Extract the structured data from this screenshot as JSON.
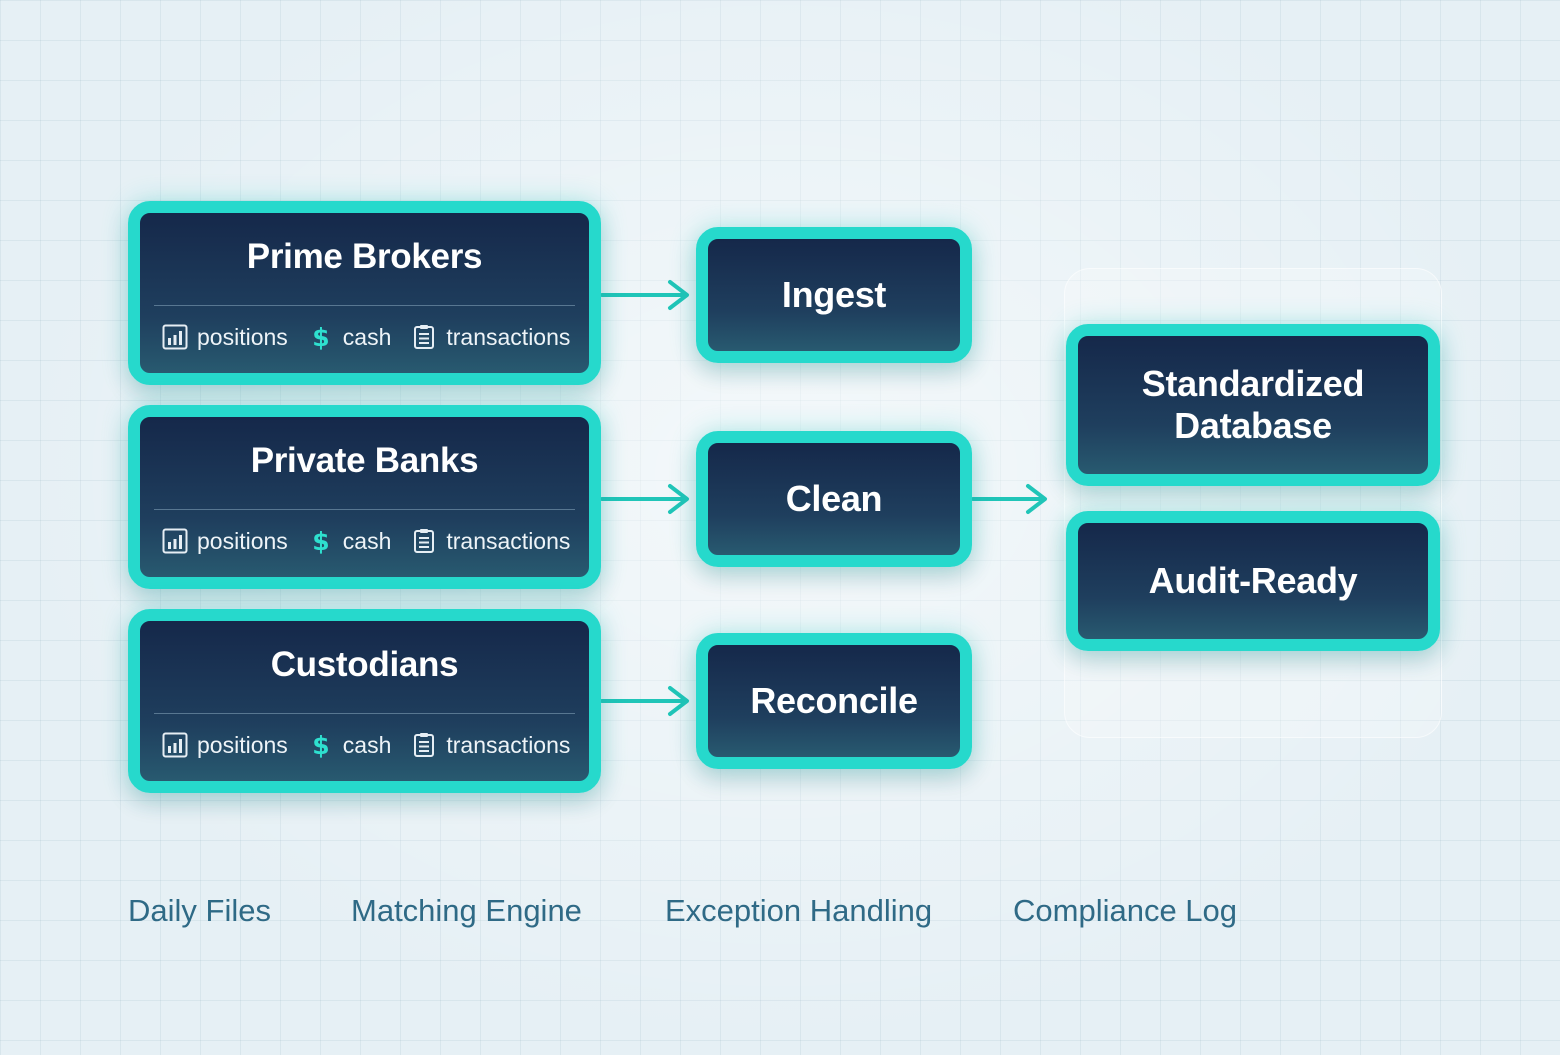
{
  "sources": [
    {
      "title": "Prime Brokers",
      "tags": [
        {
          "icon": "bar-chart-icon",
          "label": "positions"
        },
        {
          "icon": "dollar-icon",
          "label": "cash"
        },
        {
          "icon": "document-list-icon",
          "label": "transactions"
        }
      ]
    },
    {
      "title": "Private Banks",
      "tags": [
        {
          "icon": "bar-chart-icon",
          "label": "positions"
        },
        {
          "icon": "dollar-icon",
          "label": "cash"
        },
        {
          "icon": "document-list-icon",
          "label": "transactions"
        }
      ]
    },
    {
      "title": "Custodians",
      "tags": [
        {
          "icon": "bar-chart-icon",
          "label": "positions"
        },
        {
          "icon": "dollar-icon",
          "label": "cash"
        },
        {
          "icon": "document-list-icon",
          "label": "transactions"
        }
      ]
    }
  ],
  "steps": [
    "Ingest",
    "Clean",
    "Reconcile"
  ],
  "outputs": [
    "Standardized\nDatabase",
    "Audit-Ready"
  ],
  "footer": [
    "Daily Files",
    "Matching Engine",
    "Exception Handling",
    "Compliance Log"
  ],
  "colors": {
    "accent": "#26d9cc",
    "box_fill": "#15284a",
    "footer_text": "#2f6a86",
    "arrow": "#20c5b8",
    "dollar_icon": "#2ee0cf"
  }
}
